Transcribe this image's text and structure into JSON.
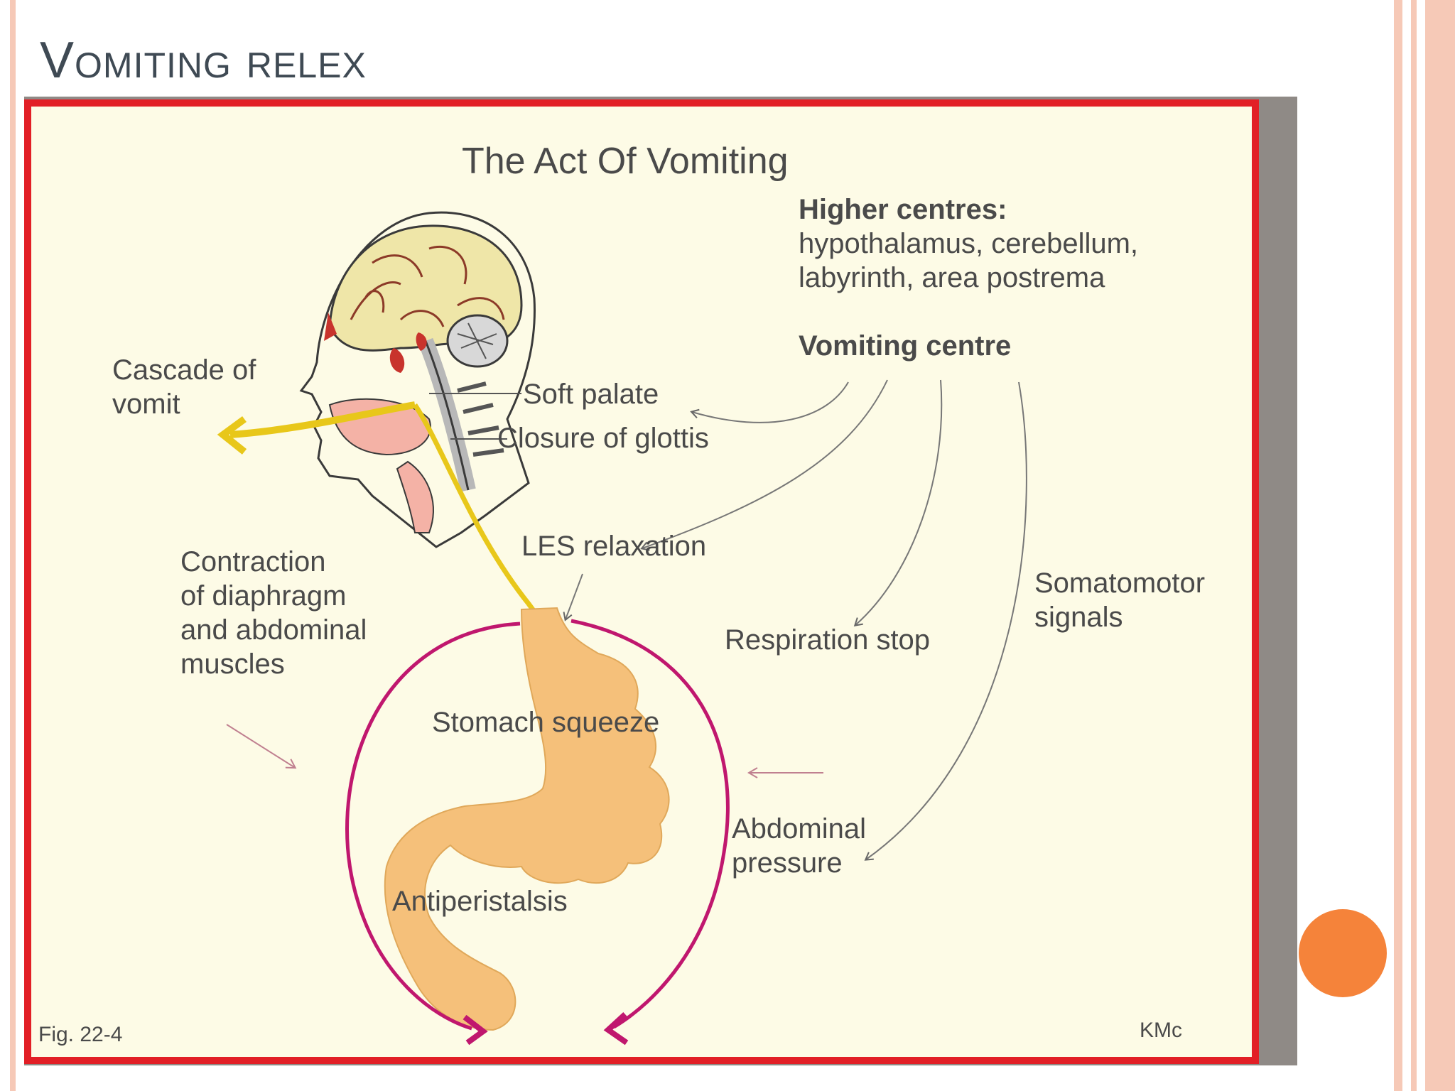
{
  "slide": {
    "title": "Vomiting relex"
  },
  "figure": {
    "title": "The Act Of Vomiting",
    "higher_centres_heading": "Higher centres:",
    "higher_centres_line1": "hypothalamus, cerebellum,",
    "higher_centres_line2": "labyrinth, area postrema",
    "vomiting_centre": "Vomiting centre",
    "cascade_line1": "Cascade of",
    "cascade_line2": "vomit",
    "soft_palate": "Soft palate",
    "closure_glottis": "Closure of glottis",
    "les_relaxation": "LES relaxation",
    "contraction_line1": "Contraction",
    "contraction_line2": "of diaphragm",
    "contraction_line3": "and abdominal",
    "contraction_line4": "muscles",
    "somatomotor_line1": "Somatomotor",
    "somatomotor_line2": "signals",
    "respiration_stop": "Respiration stop",
    "stomach_squeeze": "Stomach squeeze",
    "abdominal_line1": "Abdominal",
    "abdominal_line2": "pressure",
    "antiperistalsis": "Antiperistalsis",
    "fig_number": "Fig. 22-4",
    "credit": "KMc"
  },
  "colors": {
    "frame_border": "#e21f26",
    "figure_background": "#fdfbe6",
    "stomach": "#f5c07a",
    "vomit_path": "#f2d21e",
    "pressure_arrows": "#c0176e",
    "accent_dot": "#f5833a"
  }
}
